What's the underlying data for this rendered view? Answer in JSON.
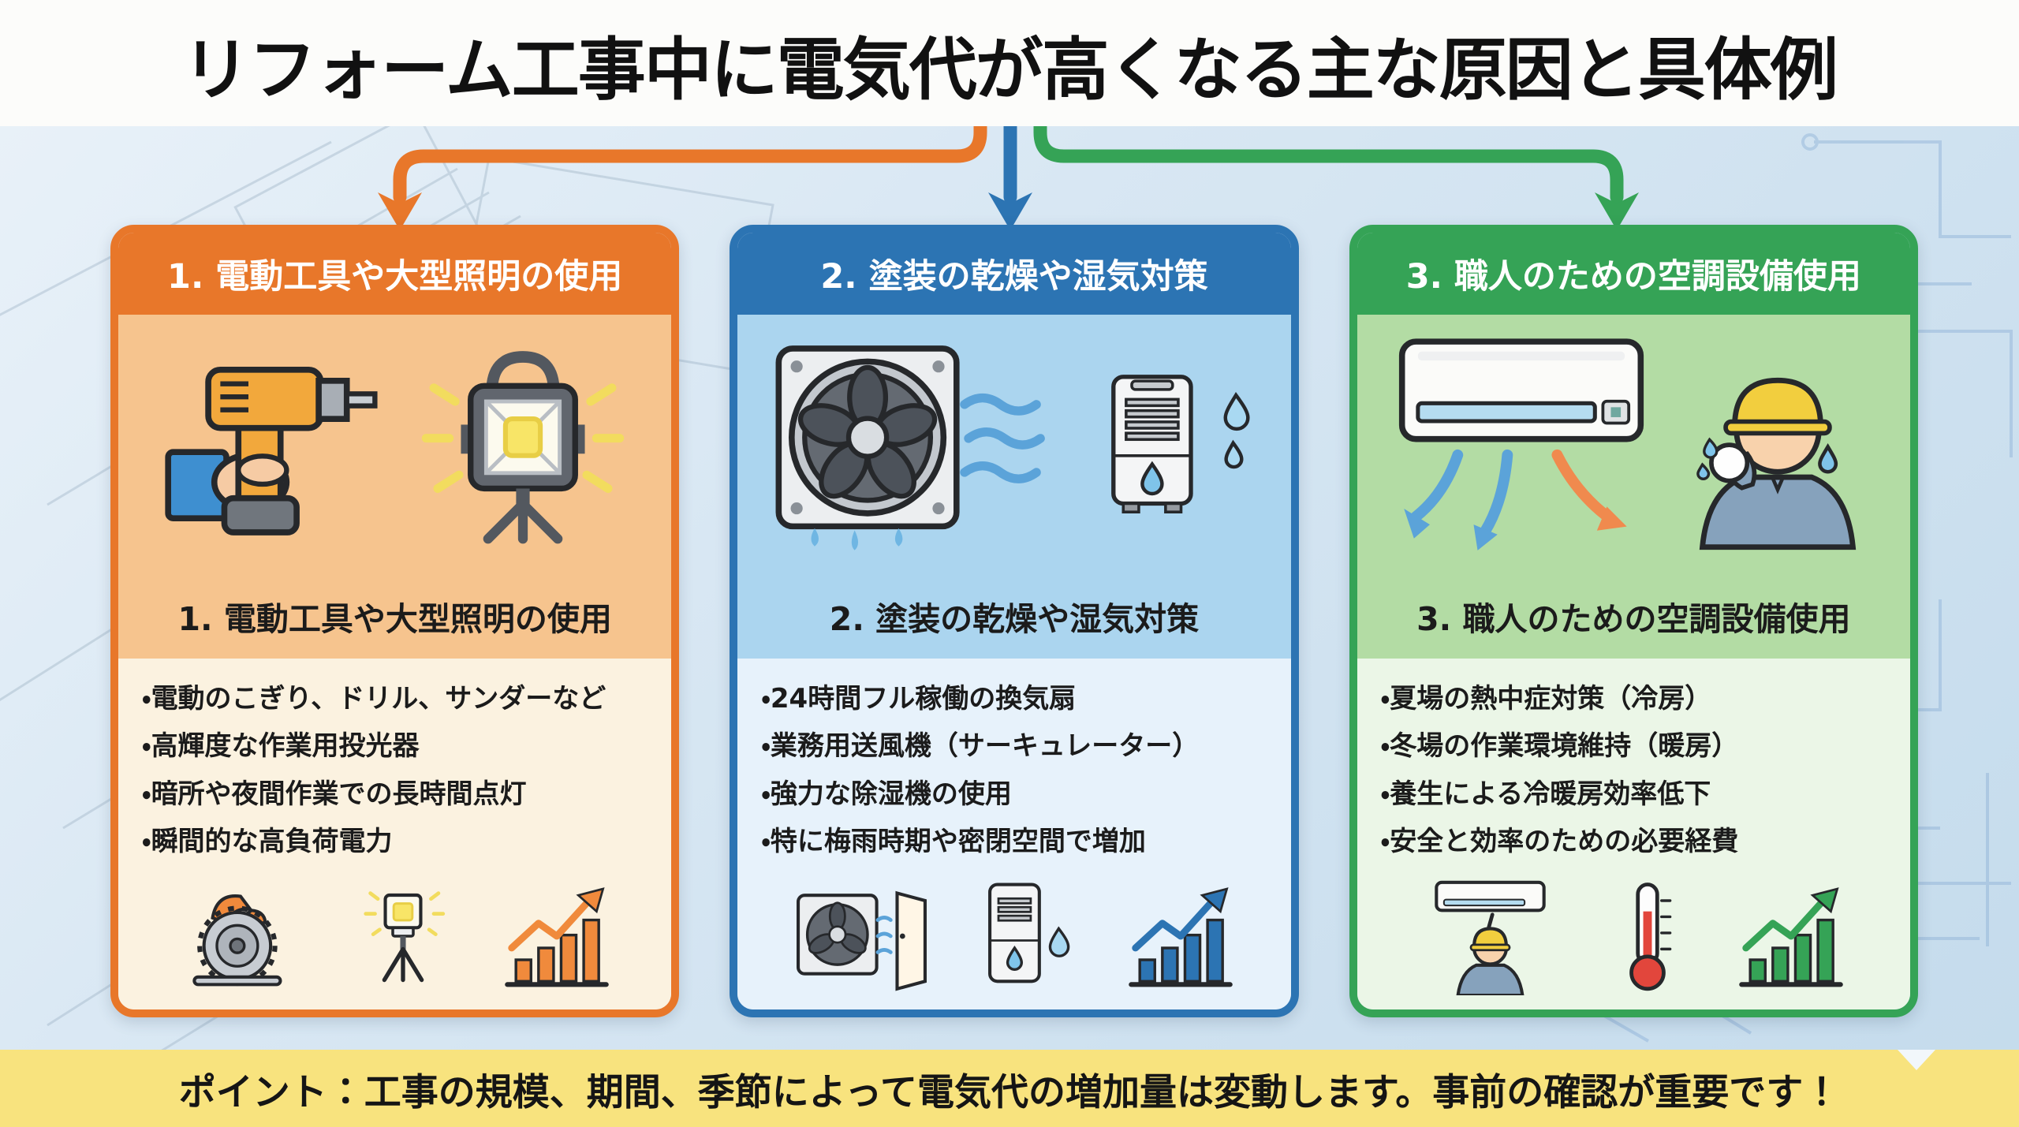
{
  "title": "リフォーム工事中に電気代が高くなる主な原因と具体例",
  "colors": {
    "orange_accent": "#E8772A",
    "blue_accent": "#2C74B3",
    "green_accent": "#35A356",
    "footer_bg": "#F8E37E",
    "orange_light": "#F6C48E",
    "blue_light": "#ABD5EF",
    "green_light": "#B3DCA4"
  },
  "sections": [
    {
      "header": "1. 電動工具や大型照明の使用",
      "subtitle": "1. 電動工具や大型照明の使用",
      "bullets": [
        "電動のこぎり、ドリル、サンダーなど",
        "高輝度な作業用投光器",
        "暗所や夜間作業での長時間点灯",
        "瞬間的な高負荷電力"
      ],
      "icons_top": [
        "power-drill-icon",
        "work-light-icon"
      ],
      "icons_bottom": [
        "circular-saw-icon",
        "tripod-light-icon",
        "rising-cost-chart-icon"
      ]
    },
    {
      "header": "2. 塗装の乾燥や湿気対策",
      "subtitle": "2. 塗装の乾燥や湿気対策",
      "bullets": [
        "24時間フル稼働の換気扇",
        "業務用送風機（サーキュレーター）",
        "強力な除湿機の使用",
        "特に梅雨時期や密閉空間で増加"
      ],
      "icons_top": [
        "ventilation-fan-icon",
        "dehumidifier-icon"
      ],
      "icons_bottom": [
        "fan-door-icon",
        "dehumidifier-drop-icon",
        "rising-cost-chart-icon"
      ]
    },
    {
      "header": "3. 職人のための空調設備使用",
      "subtitle": "3. 職人のための空調設備使用",
      "bullets": [
        "夏場の熱中症対策（冷房）",
        "冬場の作業環境維持（暖房）",
        "養生による冷暖房効率低下",
        "安全と効率のための必要経費"
      ],
      "icons_top": [
        "air-conditioner-icon",
        "sweating-worker-icon"
      ],
      "icons_bottom": [
        "worker-ac-icon",
        "thermometer-icon",
        "rising-cost-chart-icon"
      ]
    }
  ],
  "footer": {
    "text": "ポイント：工事の規模、期間、季節によって電気代の増加量は変動します。事前の確認が重要です！"
  }
}
